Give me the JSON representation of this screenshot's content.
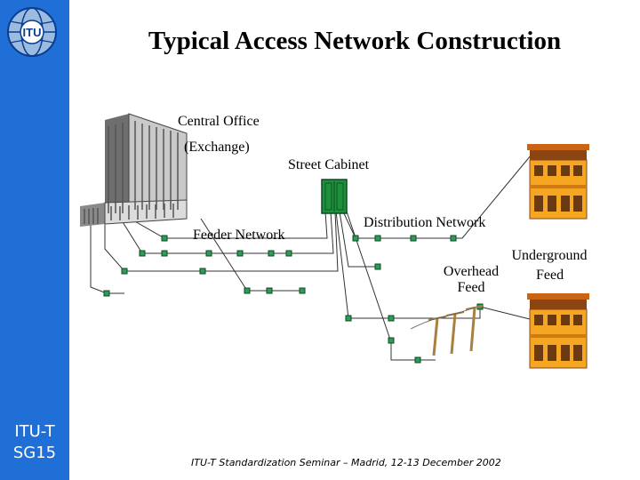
{
  "slide": {
    "title": "Typical Access Network Construction",
    "organization": {
      "line1": "ITU-T",
      "line2": "SG15"
    },
    "logo_text": "ITU",
    "footer": "ITU-T Standardization Seminar – Madrid, 12-13 December 2002"
  },
  "diagram": {
    "labels": {
      "central_office_line1": "Central Office",
      "central_office_line2": "(Exchange)",
      "street_cabinet": "Street Cabinet",
      "feeder_network": "Feeder Network",
      "distribution_network": "Distribution Network",
      "underground_feed_line1": "Underground",
      "underground_feed_line2": "Feed",
      "overhead_feed_line1": "Overhead",
      "overhead_feed_line2": "Feed"
    },
    "icons": [
      "central-office-building-icon",
      "street-cabinet-icon",
      "house-icon",
      "utility-pole-icon"
    ]
  },
  "colors": {
    "sidebar": "#1f6fd6",
    "node": "#2e9b57",
    "cabinet": "#1e8f3a",
    "house": "#f5a623",
    "pole": "#a8803f"
  }
}
